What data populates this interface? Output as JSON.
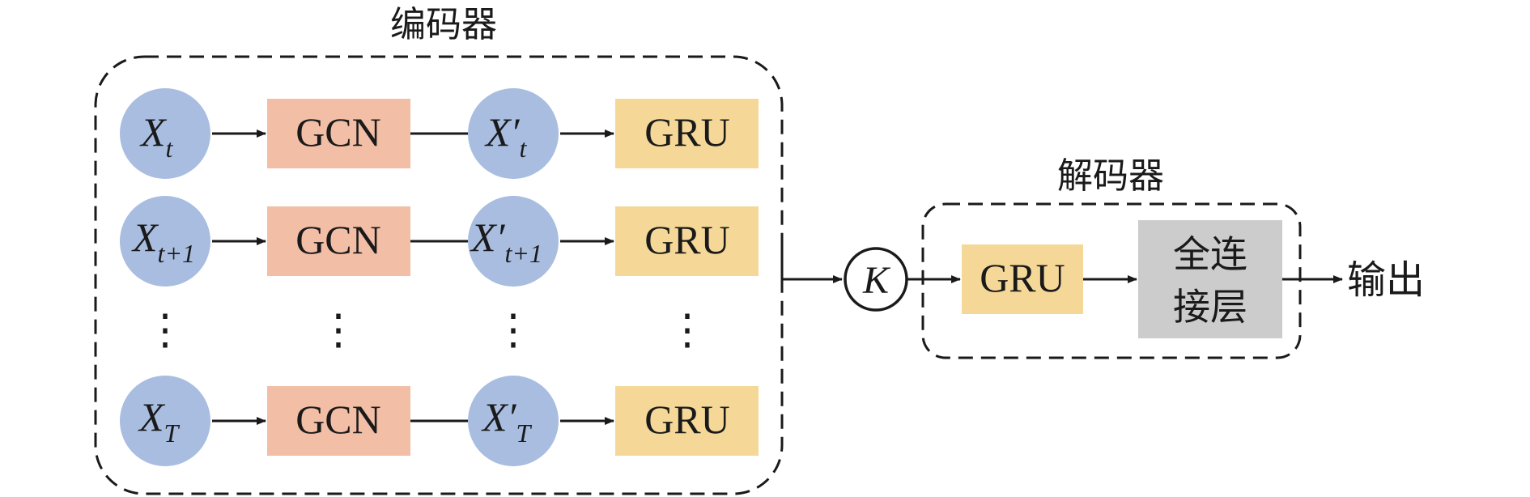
{
  "encoder": {
    "title": "编码器",
    "rows": [
      {
        "input": "X",
        "input_sub": "t",
        "gcn": "GCN",
        "hidden": "X′",
        "hidden_sub": "t",
        "gru": "GRU"
      },
      {
        "input": "X",
        "input_sub": "t+1",
        "gcn": "GCN",
        "hidden": "X′",
        "hidden_sub": "t+1",
        "gru": "GRU"
      },
      {
        "input": "X",
        "input_sub": "T",
        "gcn": "GCN",
        "hidden": "X′",
        "hidden_sub": "T",
        "gru": "GRU"
      }
    ],
    "ellipsis": "⋮"
  },
  "concat_node": "K",
  "decoder": {
    "title": "解码器",
    "gru": "GRU",
    "fc_line1": "全连",
    "fc_line2": "接层"
  },
  "output": "输出",
  "colors": {
    "circle": "#a8bde0",
    "gcn": "#f2bea6",
    "gru": "#f5d898",
    "fc": "#cccccc",
    "stroke": "#1a1a1a"
  }
}
